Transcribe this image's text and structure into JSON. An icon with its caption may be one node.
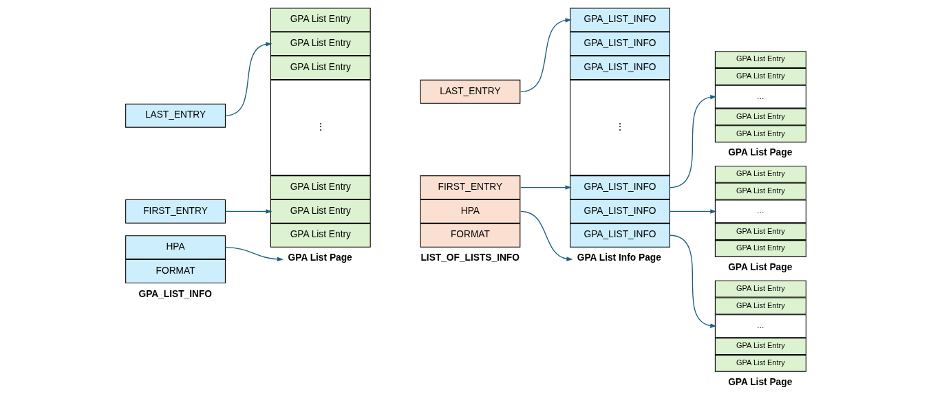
{
  "diagram": {
    "nodes": [
      {
        "text": [
          "GPA_LIST_INFO"
        ]
      },
      {
        "text": [
          "FORMAT"
        ]
      },
      {
        "text": [
          "HPA"
        ]
      },
      {
        "text": [
          "FIRST_ENTRY"
        ]
      },
      {
        "text": [
          "LAST_ENTRY"
        ]
      },
      {
        "text": [
          "GPA List Page"
        ]
      },
      {
        "text": [
          "GPA List Entry"
        ]
      },
      {
        "text": [
          "GPA List Entry"
        ]
      },
      {
        "text": [
          "GPA List Entry"
        ]
      },
      {
        "text": [
          "⋮"
        ]
      },
      {
        "text": [
          "GPA List Entry"
        ]
      },
      {
        "text": [
          "GPA List Entry"
        ]
      },
      {
        "text": [
          "GPA List Entry"
        ]
      },
      {
        "text": [
          "LIST_OF_LISTS_INFO"
        ]
      },
      {
        "text": [
          "FORMAT"
        ]
      },
      {
        "text": [
          "HPA"
        ]
      },
      {
        "text": [
          "FIRST_ENTRY"
        ]
      },
      {
        "text": [
          "LAST_ENTRY"
        ]
      },
      {
        "text": [
          "GPA List Info Page"
        ]
      },
      {
        "text": [
          "GPA_LIST_INFO"
        ]
      },
      {
        "text": [
          "GPA_LIST_INFO"
        ]
      },
      {
        "text": [
          "GPA_LIST_INFO"
        ]
      },
      {
        "text": [
          "⋮"
        ]
      },
      {
        "text": [
          "GPA_LIST_INFO"
        ]
      },
      {
        "text": [
          "GPA_LIST_INFO"
        ]
      },
      {
        "text": [
          "GPA_LIST_INFO"
        ]
      },
      {
        "text": [
          "GPA List Page"
        ]
      },
      {
        "text": [
          "GPA List Entry"
        ]
      },
      {
        "text": [
          "GPA List Entry"
        ]
      },
      {
        "text": [
          "…"
        ]
      },
      {
        "text": [
          "GPA List Entry"
        ]
      },
      {
        "text": [
          "GPA List Entry"
        ]
      },
      {
        "text": [
          "GPA List Page"
        ]
      },
      {
        "text": [
          "GPA List Entry"
        ]
      },
      {
        "text": [
          "GPA List Entry"
        ]
      },
      {
        "text": [
          "…"
        ]
      },
      {
        "text": [
          "GPA List Entry"
        ]
      },
      {
        "text": [
          "GPA List Entry"
        ]
      },
      {
        "text": [
          "GPA List Page"
        ]
      },
      {
        "text": [
          "GPA List Entry"
        ]
      },
      {
        "text": [
          "GPA List Entry"
        ]
      },
      {
        "text": [
          "…"
        ]
      },
      {
        "text": [
          "GPA List Entry"
        ]
      },
      {
        "text": [
          "GPA List Entry"
        ]
      }
    ],
    "edges": [
      {
        "from": 2,
        "to": 5,
        "arrow": "to"
      },
      {
        "from": 3,
        "to": 7,
        "arrow": "to"
      },
      {
        "from": 4,
        "to": 11,
        "arrow": "to"
      },
      {
        "from": 15,
        "to": 18,
        "arrow": "to"
      },
      {
        "from": 16,
        "to": 21,
        "arrow": "to"
      },
      {
        "from": 17,
        "to": 25,
        "arrow": "to"
      },
      {
        "from": 19,
        "to": 29,
        "arrow": "to"
      },
      {
        "from": 20,
        "to": 35,
        "arrow": "to"
      },
      {
        "from": 21,
        "to": 41,
        "arrow": "to"
      }
    ]
  }
}
